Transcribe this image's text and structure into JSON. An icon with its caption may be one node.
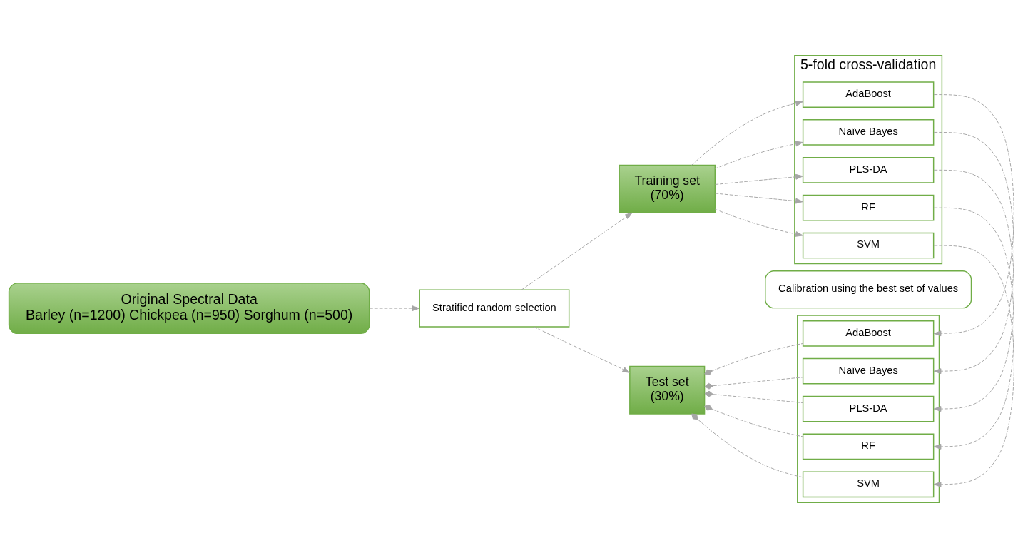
{
  "diagram": {
    "nodes": [
      {
        "text": [
          "Original Spectral Data",
          "Barley (n=1200) Chickpea (n=950) Sorghum (n=500)"
        ]
      },
      {
        "text": [
          "Stratified random selection"
        ]
      },
      {
        "text": [
          "Training set",
          "(70%)"
        ]
      },
      {
        "text": [
          "5-fold cross-validation"
        ]
      },
      {
        "text": [
          "AdaBoost"
        ],
        "in": 3
      },
      {
        "text": [
          "Naïve Bayes"
        ],
        "in": 3
      },
      {
        "text": [
          "PLS-DA"
        ],
        "in": 3
      },
      {
        "text": [
          "RF"
        ],
        "in": 3
      },
      {
        "text": [
          "SVM"
        ],
        "in": 3
      },
      {
        "text": [
          "Calibration using the best set of values"
        ]
      },
      {
        "text": [
          "Test set",
          "(30%)"
        ]
      },
      {
        "text": [],
        "shape": "box"
      },
      {
        "text": [
          "AdaBoost"
        ],
        "in": 11
      },
      {
        "text": [
          "Naïve Bayes"
        ],
        "in": 11
      },
      {
        "text": [
          "PLS-DA"
        ],
        "in": 11
      },
      {
        "text": [
          "RF"
        ],
        "in": 11
      },
      {
        "text": [
          "SVM"
        ],
        "in": 11
      }
    ],
    "edges": [
      {
        "from": 0,
        "to": 1,
        "arrow": "to"
      },
      {
        "from": 1,
        "to": 2,
        "arrow": "to"
      },
      {
        "from": 1,
        "to": 10,
        "arrow": "to"
      },
      {
        "from": 2,
        "to": 4,
        "arrow": "to"
      },
      {
        "from": 2,
        "to": 5,
        "arrow": "to"
      },
      {
        "from": 2,
        "to": 6,
        "arrow": "to"
      },
      {
        "from": 2,
        "to": 7,
        "arrow": "to"
      },
      {
        "from": 2,
        "to": 8,
        "arrow": "to"
      },
      {
        "from": 4,
        "to": 12,
        "arrow": "to"
      },
      {
        "from": 5,
        "to": 13,
        "arrow": "to"
      },
      {
        "from": 6,
        "to": 14,
        "arrow": "to"
      },
      {
        "from": 7,
        "to": 15,
        "arrow": "to"
      },
      {
        "from": 8,
        "to": 16,
        "arrow": "to"
      },
      {
        "from": 12,
        "to": 10,
        "arrow": "other"
      },
      {
        "from": 13,
        "to": 10,
        "arrow": "other"
      },
      {
        "from": 14,
        "to": 10,
        "arrow": "other"
      },
      {
        "from": 15,
        "to": 10,
        "arrow": "other"
      },
      {
        "from": 16,
        "to": 10,
        "arrow": "other"
      }
    ]
  }
}
